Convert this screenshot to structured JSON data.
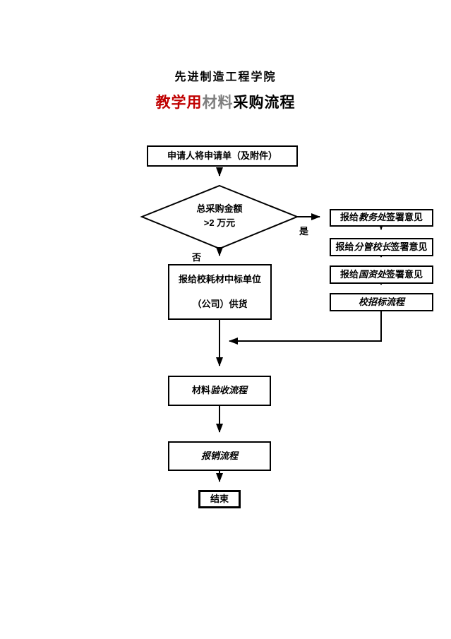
{
  "page": {
    "title": "先进制造工程学院",
    "subtitle": {
      "part_red": "教学用",
      "part_gray": "材料",
      "part_black": "采购流程"
    },
    "colors": {
      "accent_red": "#c00000",
      "muted_gray": "#7f7f7f",
      "line_black": "#000000"
    }
  },
  "flowchart": {
    "start_box": "申请人将申请单（及附件）",
    "decision": {
      "line1": "总采购金额",
      "line2": ">2 万元",
      "yes_label": "是",
      "no_label": "否"
    },
    "no_branch": {
      "winning_unit_line1": "报给校耗材中标单位",
      "winning_unit_line2": "（公司）供货"
    },
    "yes_branch": {
      "academic": {
        "pre": "报给",
        "em": "教务处",
        "post": "签署意见"
      },
      "vice_president": {
        "pre": "报给",
        "em": "分管校长",
        "post": "签署意见"
      },
      "state_assets": {
        "pre": "报给",
        "em": "国资处",
        "post": "签署意见"
      },
      "bidding": "校招标流程"
    },
    "acceptance": {
      "pre": "材料",
      "em": "验收流程"
    },
    "reimbursement": "报销流程",
    "end": "结束"
  }
}
